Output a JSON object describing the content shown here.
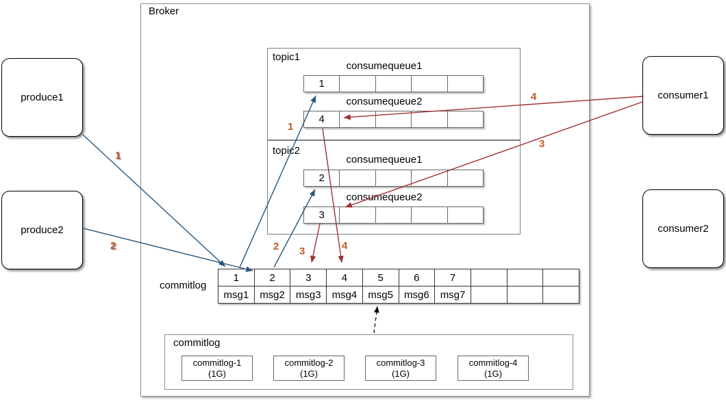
{
  "broker": {
    "title": "Broker"
  },
  "producers": [
    {
      "label": "produce1"
    },
    {
      "label": "produce2"
    }
  ],
  "consumers": [
    {
      "label": "consumer1"
    },
    {
      "label": "consumer2"
    }
  ],
  "topics": [
    {
      "label": "topic1",
      "queues": [
        {
          "label": "consumequeue1",
          "cells": [
            "1",
            "",
            "",
            "",
            ""
          ]
        },
        {
          "label": "consumequeue2",
          "cells": [
            "4",
            "",
            "",
            "",
            ""
          ]
        }
      ]
    },
    {
      "label": "topic2",
      "queues": [
        {
          "label": "consumequeue1",
          "cells": [
            "2",
            "",
            "",
            "",
            ""
          ]
        },
        {
          "label": "consumequeue2",
          "cells": [
            "3",
            "",
            "",
            "",
            ""
          ]
        }
      ]
    }
  ],
  "commitlog": {
    "label": "commitlog",
    "offsets": [
      "1",
      "2",
      "3",
      "4",
      "5",
      "6",
      "7",
      "",
      "",
      ""
    ],
    "messages": [
      "msg1",
      "msg2",
      "msg3",
      "msg4",
      "msg5",
      "msg6",
      "msg7",
      "",
      "",
      ""
    ]
  },
  "commitlog_files": {
    "label": "commitlog",
    "files": [
      {
        "name": "commitlog-1",
        "size": "(1G)"
      },
      {
        "name": "commitlog-2",
        "size": "(1G)"
      },
      {
        "name": "commitlog-3",
        "size": "(1G)"
      },
      {
        "name": "commitlog-4",
        "size": "(1G)"
      }
    ]
  },
  "flow_labels": [
    {
      "text": "1"
    },
    {
      "text": "2"
    },
    {
      "text": "1"
    },
    {
      "text": "2"
    },
    {
      "text": "3"
    },
    {
      "text": "4"
    },
    {
      "text": "4"
    },
    {
      "text": "3"
    }
  ],
  "colors": {
    "produce_flow": "#26567e",
    "consume_flow": "#9e3032",
    "step_label": "#bf5b21"
  }
}
